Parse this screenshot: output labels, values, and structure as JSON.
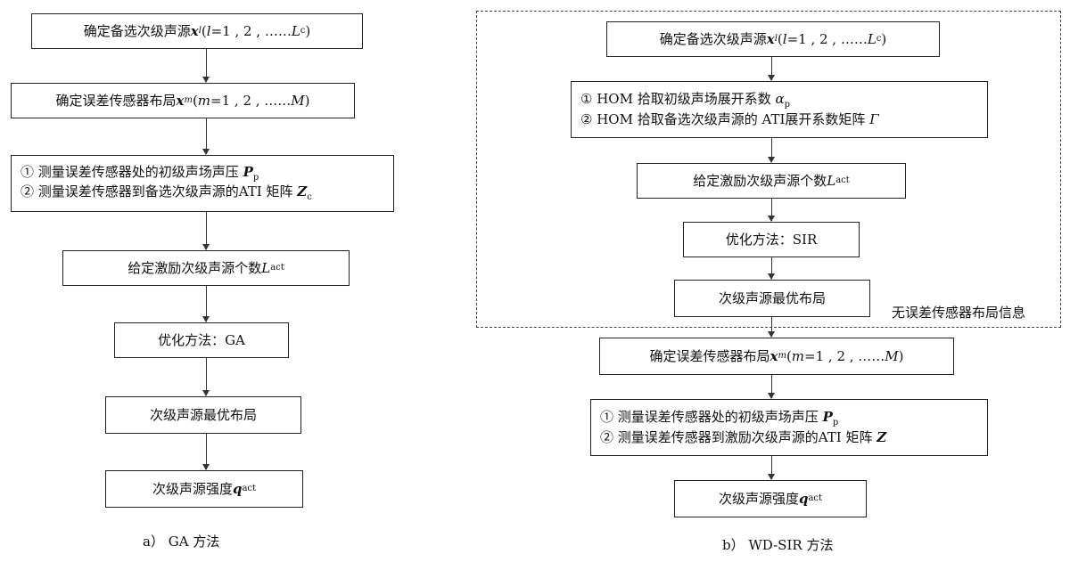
{
  "left_diagram": {
    "caption_letter": "a）",
    "caption_text": "GA 方法",
    "step1": {
      "text": "确定备选次级声源",
      "var": "x",
      "var_sub": "l",
      "paren_open": "(",
      "idx": "l",
      "range": "=1 , 2 , ……",
      "end": "L",
      "end_sub": "c",
      "paren_close": ")"
    },
    "step2": {
      "text": "确定误差传感器布局",
      "var": "x",
      "var_sub": "m",
      "paren_open": "(",
      "idx": "m",
      "range": "=1 , 2 , ……",
      "end": "M",
      "paren_close": ")"
    },
    "step3": {
      "line1_text": "① 测量误差传感器处的初级声场声压",
      "line1_var": "P",
      "line1_sub": "p",
      "line2_text": "② 测量误差传感器到备选次级声源的ATI 矩阵",
      "line2_var": "Z",
      "line2_sub": "c"
    },
    "step4": {
      "text": "给定激励次级声源个数",
      "var": "L",
      "var_sub": "act"
    },
    "step5": {
      "text": "优化方法：GA"
    },
    "step6": {
      "text": "次级声源最优布局"
    },
    "step7": {
      "text": "次级声源强度",
      "var": "q",
      "var_sub": "act"
    }
  },
  "right_diagram": {
    "caption_letter": "b）",
    "caption_text": "WD-SIR 方法",
    "frame_label": "无误差传感器布局信息",
    "step1": {
      "text": "确定备选次级声源",
      "var": "x",
      "var_sub": "l",
      "paren_open": "(",
      "idx": "l",
      "range": "=1 , 2 , ……",
      "end": "L",
      "end_sub": "c",
      "paren_close": ")"
    },
    "step2": {
      "line1_text": "① HOM 拾取初级声场展开系数",
      "line1_var": "α",
      "line1_sub": "p",
      "line2_text": "② HOM 拾取备选次级声源的 ATI展开系数矩阵",
      "line2_var": "Γ"
    },
    "step3": {
      "text": "给定激励次级声源个数",
      "var": "L",
      "var_sub": "act"
    },
    "step4": {
      "text": "优化方法：SIR"
    },
    "step5": {
      "text": "次级声源最优布局"
    },
    "step6": {
      "text": "确定误差传感器布局",
      "var": "x",
      "var_sub": "m",
      "paren_open": "(",
      "idx": "m",
      "range": "=1 , 2 , ……",
      "end": "M",
      "paren_close": ")"
    },
    "step7": {
      "line1_text": "① 测量误差传感器处的初级声场声压",
      "line1_var": "P",
      "line1_sub": "p",
      "line2_text": "② 测量误差传感器到激励次级声源的ATI 矩阵",
      "line2_var": "Z"
    },
    "step8": {
      "text": "次级声源强度",
      "var": "q",
      "var_sub": "act"
    }
  }
}
